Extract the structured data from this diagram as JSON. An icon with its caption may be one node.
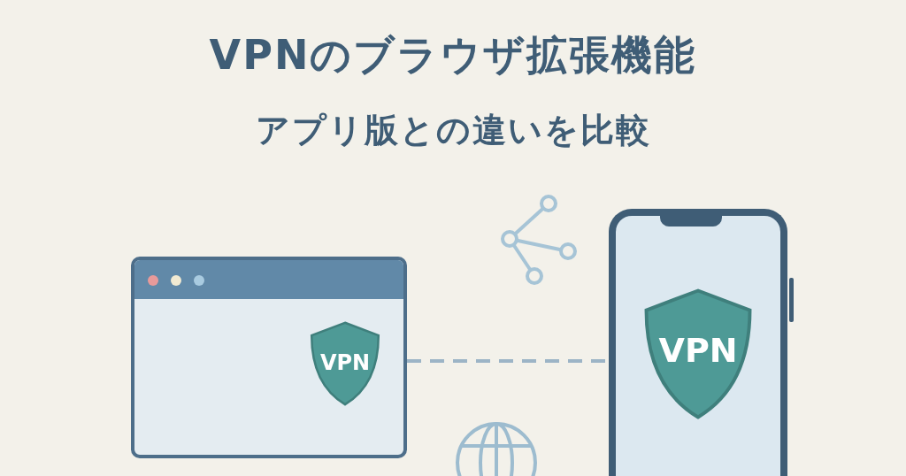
{
  "diagram": {
    "title": "VPNのブラウザ拡張機能",
    "nodes": [
      {
        "text": [],
        "shape": "box"
      },
      {
        "text": [
          "VPN"
        ],
        "in": 0
      },
      {
        "text": [],
        "shape": "box"
      },
      {
        "text": [
          "VPN"
        ],
        "in": 2
      }
    ],
    "edges": [
      {
        "from": 0,
        "to": 2,
        "arrow": "none",
        "style": "dashed"
      }
    ],
    "labels": [
      "アプリ版との違いを比較"
    ]
  }
}
